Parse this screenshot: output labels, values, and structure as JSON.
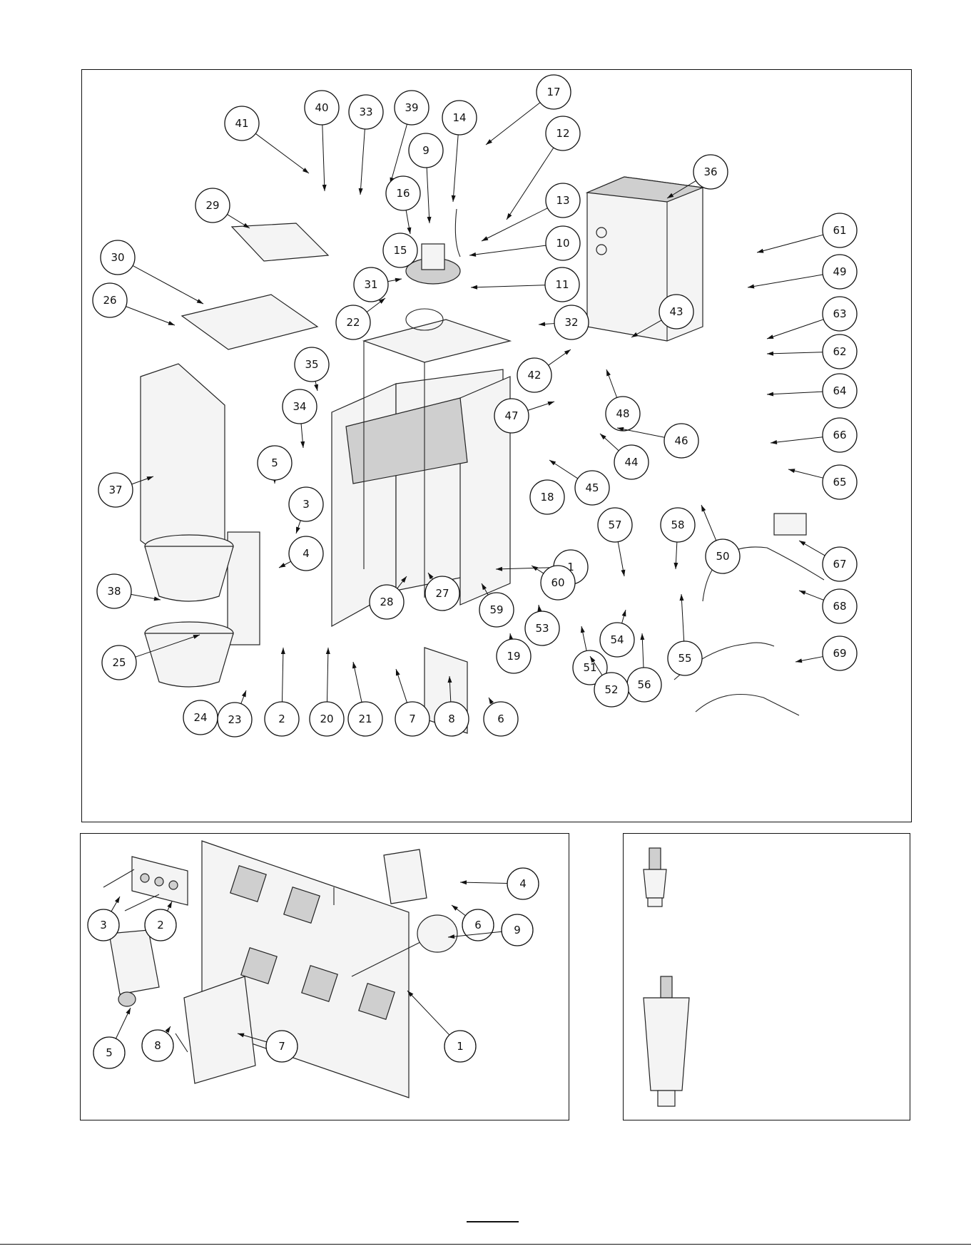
{
  "main_callouts": [
    {
      "n": "41"
    },
    {
      "n": "40"
    },
    {
      "n": "33"
    },
    {
      "n": "39"
    },
    {
      "n": "17"
    },
    {
      "n": "14"
    },
    {
      "n": "9"
    },
    {
      "n": "12"
    },
    {
      "n": "16"
    },
    {
      "n": "13"
    },
    {
      "n": "36"
    },
    {
      "n": "29"
    },
    {
      "n": "10"
    },
    {
      "n": "15"
    },
    {
      "n": "61"
    },
    {
      "n": "30"
    },
    {
      "n": "31"
    },
    {
      "n": "49"
    },
    {
      "n": "11"
    },
    {
      "n": "26"
    },
    {
      "n": "63"
    },
    {
      "n": "43"
    },
    {
      "n": "22"
    },
    {
      "n": "32"
    },
    {
      "n": "62"
    },
    {
      "n": "35"
    },
    {
      "n": "42"
    },
    {
      "n": "64"
    },
    {
      "n": "34"
    },
    {
      "n": "47"
    },
    {
      "n": "48"
    },
    {
      "n": "46"
    },
    {
      "n": "66"
    },
    {
      "n": "5"
    },
    {
      "n": "44"
    },
    {
      "n": "37"
    },
    {
      "n": "45"
    },
    {
      "n": "65"
    },
    {
      "n": "18"
    },
    {
      "n": "3"
    },
    {
      "n": "57"
    },
    {
      "n": "58"
    },
    {
      "n": "1"
    },
    {
      "n": "50"
    },
    {
      "n": "4"
    },
    {
      "n": "67"
    },
    {
      "n": "38"
    },
    {
      "n": "60"
    },
    {
      "n": "27"
    },
    {
      "n": "28"
    },
    {
      "n": "59"
    },
    {
      "n": "68"
    },
    {
      "n": "53"
    },
    {
      "n": "54"
    },
    {
      "n": "19"
    },
    {
      "n": "55"
    },
    {
      "n": "25"
    },
    {
      "n": "51"
    },
    {
      "n": "56"
    },
    {
      "n": "69"
    },
    {
      "n": "52"
    },
    {
      "n": "24"
    },
    {
      "n": "23"
    },
    {
      "n": "2"
    },
    {
      "n": "20"
    },
    {
      "n": "21"
    },
    {
      "n": "7"
    },
    {
      "n": "8"
    },
    {
      "n": "6"
    }
  ],
  "board_callouts": [
    {
      "n": "4"
    },
    {
      "n": "3"
    },
    {
      "n": "2"
    },
    {
      "n": "6"
    },
    {
      "n": "9"
    },
    {
      "n": "5"
    },
    {
      "n": "8"
    },
    {
      "n": "7"
    },
    {
      "n": "1"
    }
  ],
  "colors": {
    "line": "#111111",
    "paper": "#ffffff",
    "shade": "#cfcfcf"
  }
}
